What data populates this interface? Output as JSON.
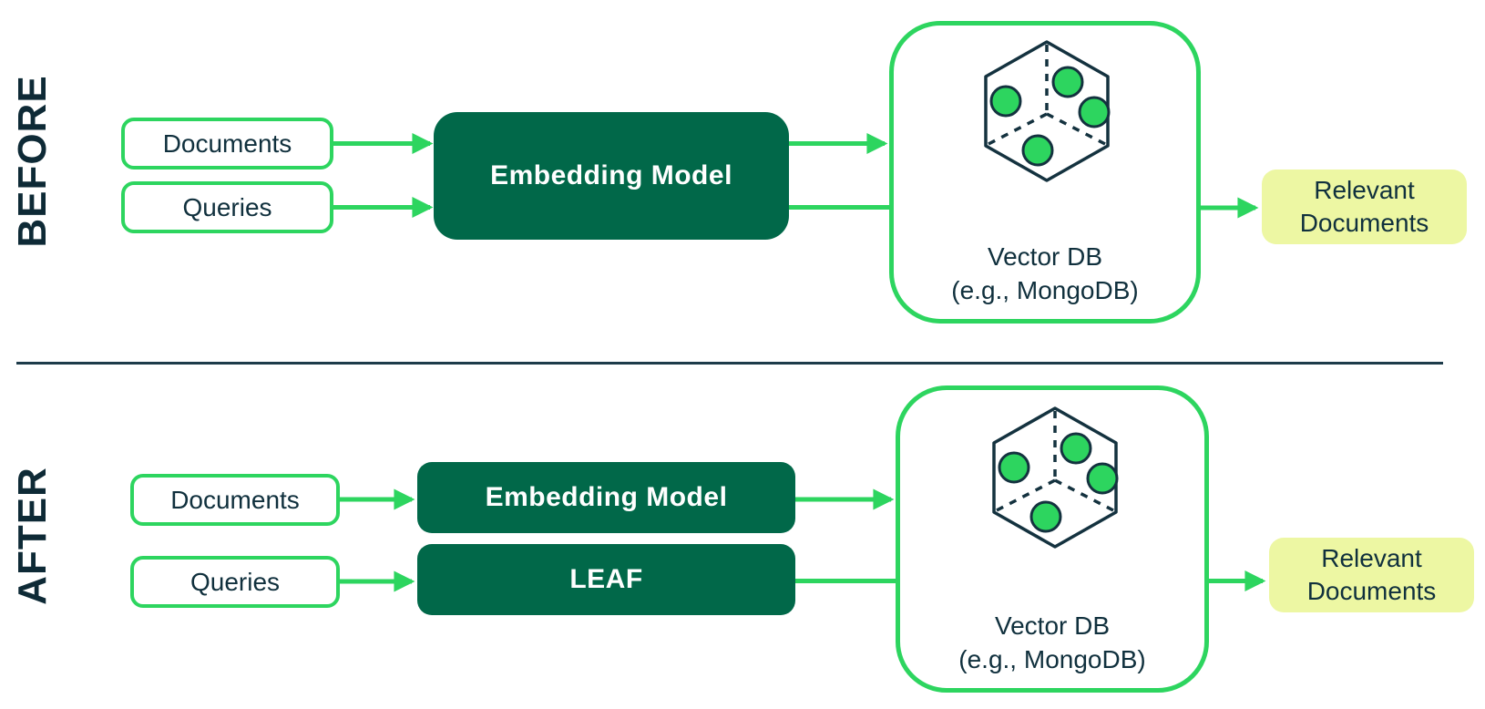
{
  "colors": {
    "accent_green": "#2dd55f",
    "dark_green": "#016849",
    "navy_text": "#10303d",
    "divider_navy": "#1d3b4a",
    "highlight_yellow": "#edf7a3",
    "background": "#ffffff"
  },
  "before": {
    "label": "BEFORE",
    "documents_label": "Documents",
    "queries_label": "Queries",
    "model_label": "Embedding Model",
    "vector_db_title": "Vector DB",
    "vector_db_subtitle": "(e.g., MongoDB)",
    "output_label": "Relevant\nDocuments"
  },
  "after": {
    "label": "AFTER",
    "documents_label": "Documents",
    "queries_label": "Queries",
    "embedding_model_label": "Embedding Model",
    "leaf_label": "LEAF",
    "vector_db_title": "Vector DB",
    "vector_db_subtitle": "(e.g., MongoDB)",
    "output_label": "Relevant\nDocuments"
  }
}
